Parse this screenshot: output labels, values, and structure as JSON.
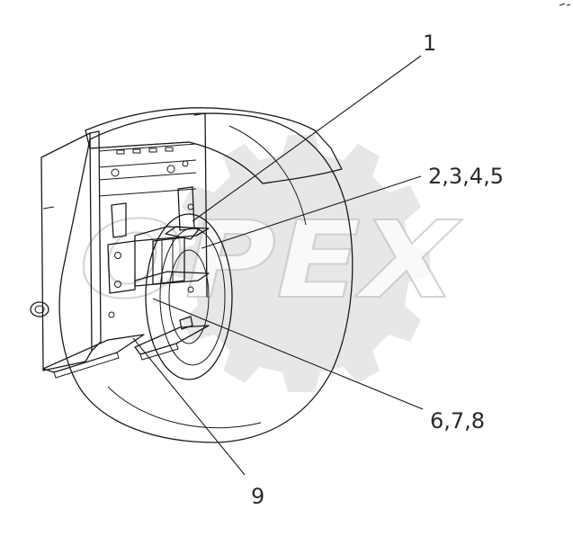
{
  "watermark": {
    "brand_text": "OPEX"
  },
  "callouts": [
    {
      "id": "callout-1",
      "label": "1"
    },
    {
      "id": "callout-2",
      "label": "2,3,4,5"
    },
    {
      "id": "callout-6",
      "label": "6,7,8"
    },
    {
      "id": "callout-9",
      "label": "9"
    }
  ],
  "colors": {
    "line": "#1a1a1a",
    "watermark": "#c8c8c8",
    "background": "#ffffff"
  }
}
